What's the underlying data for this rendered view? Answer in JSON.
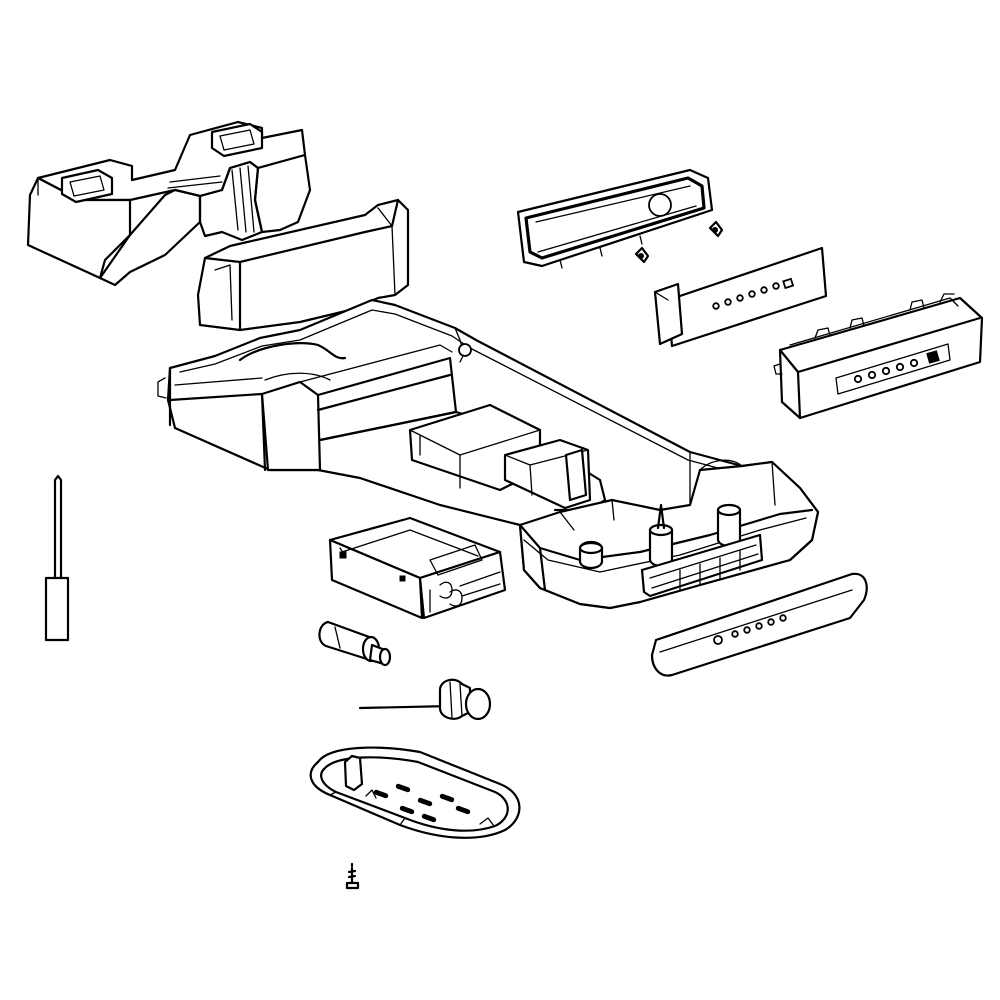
{
  "diagram": {
    "background": "#ffffff",
    "stroke_color": "#000000",
    "parts": [
      {
        "id": "ice-bin-housing-top",
        "icon": "housing-block"
      },
      {
        "id": "upper-cover-front",
        "icon": "curved-cover"
      },
      {
        "id": "dispenser-control-frame",
        "icon": "bezel-frame"
      },
      {
        "id": "control-board-keypad",
        "icon": "circuit-board"
      },
      {
        "id": "control-module-housing",
        "icon": "module-box"
      },
      {
        "id": "dispenser-main-housing",
        "icon": "tray-housing"
      },
      {
        "id": "dispenser-front-trim",
        "icon": "trim-strip"
      },
      {
        "id": "actuator-rod",
        "icon": "rod"
      },
      {
        "id": "electronic-module-box",
        "icon": "module-box"
      },
      {
        "id": "lamp-socket",
        "icon": "socket"
      },
      {
        "id": "sensor-with-wire",
        "icon": "sensor"
      },
      {
        "id": "drip-tray",
        "icon": "tray"
      },
      {
        "id": "mounting-screw",
        "icon": "screw"
      },
      {
        "id": "small-clip-left",
        "icon": "clip"
      },
      {
        "id": "small-clip-right",
        "icon": "clip"
      }
    ]
  }
}
